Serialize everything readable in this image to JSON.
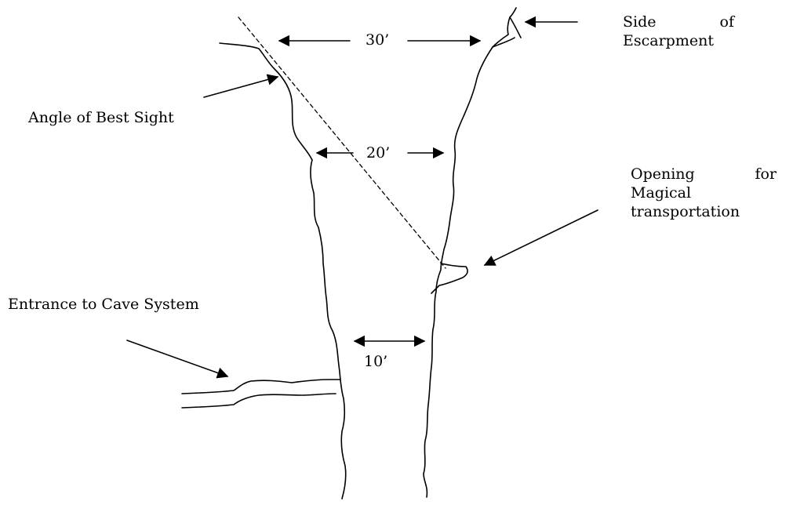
{
  "labels": {
    "side_of_escarpment_line1_left": "Side",
    "side_of_escarpment_line1_right": "of",
    "side_of_escarpment_line2": "Escarpment",
    "angle_of_best_sight": "Angle of Best Sight",
    "opening_line1_left": "Opening",
    "opening_line1_right": "for",
    "opening_line2": "Magical",
    "opening_line3": "transportation",
    "entrance_to_cave_system": "Entrance to Cave System"
  },
  "dimensions": {
    "top_width": "30’",
    "middle_width": "20’",
    "bottom_width": "10’"
  }
}
